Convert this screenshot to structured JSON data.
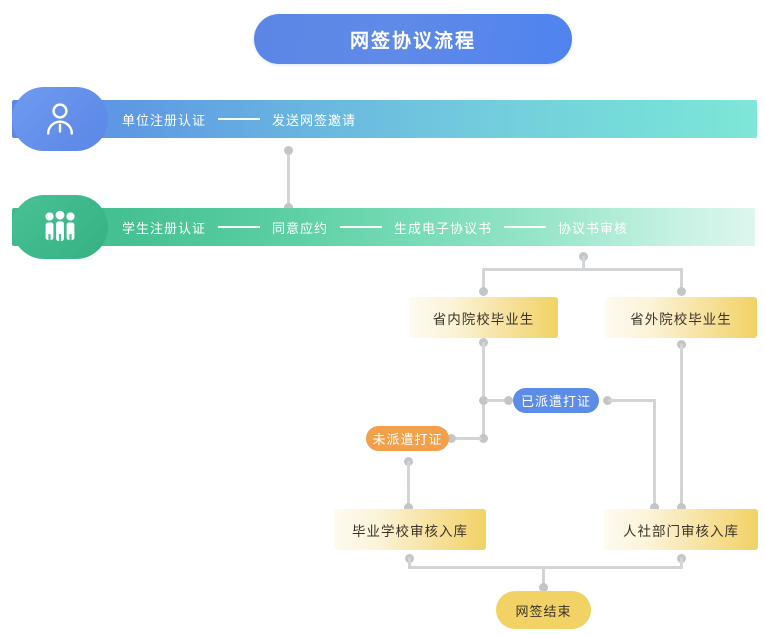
{
  "header": {
    "title": "网签协议流程"
  },
  "lanes": [
    {
      "id": "company",
      "icon": "single-person-icon",
      "steps": [
        "单位注册认证",
        "发送网签邀请"
      ],
      "color": "#5a8ae6"
    },
    {
      "id": "student",
      "icon": "group-people-icon",
      "steps": [
        "学生注册认证",
        "同意应约",
        "生成电子协议书",
        "协议书审核"
      ],
      "color": "#3fba8c"
    }
  ],
  "nodes": {
    "in_province": "省内院校毕业生",
    "out_province": "省外院校毕业生",
    "dispatched": "已派遣打证",
    "not_dispatched": "未派遣打证",
    "school_audit": "毕业学校审核入库",
    "hr_audit": "人社部门审核入库",
    "end": "网签结束"
  },
  "colors": {
    "title_pill": "#5b86e5",
    "lane_company_start": "#5a8ae6",
    "lane_company_end": "#7fe6d8",
    "lane_student_start": "#3fba8c",
    "lane_student_end": "#ddf6ee",
    "gold_box": "#f2d264",
    "pill_blue": "#5b8ce8",
    "pill_orange": "#f3a04b",
    "connector": "#d2d4d6",
    "text_dark": "#3a3228",
    "text_light": "#ffffff"
  },
  "chart_data": {
    "type": "diagram",
    "title": "网签协议流程",
    "nodes": [
      {
        "id": "company_lane",
        "label": "单位注册认证",
        "group": "company"
      },
      {
        "id": "invite",
        "label": "发送网签邀请",
        "group": "company"
      },
      {
        "id": "student_lane",
        "label": "学生注册认证",
        "group": "student"
      },
      {
        "id": "agree",
        "label": "同意应约",
        "group": "student"
      },
      {
        "id": "gen_doc",
        "label": "生成电子协议书",
        "group": "student"
      },
      {
        "id": "doc_audit",
        "label": "协议书审核",
        "group": "student"
      },
      {
        "id": "in_province",
        "label": "省内院校毕业生",
        "group": "branch"
      },
      {
        "id": "out_province",
        "label": "省外院校毕业生",
        "group": "branch"
      },
      {
        "id": "dispatched",
        "label": "已派遣打证",
        "group": "status"
      },
      {
        "id": "not_dispatched",
        "label": "未派遣打证",
        "group": "status"
      },
      {
        "id": "school_audit",
        "label": "毕业学校审核入库",
        "group": "audit"
      },
      {
        "id": "hr_audit",
        "label": "人社部门审核入库",
        "group": "audit"
      },
      {
        "id": "end",
        "label": "网签结束",
        "group": "end"
      }
    ],
    "edges": [
      {
        "from": "company_lane",
        "to": "invite"
      },
      {
        "from": "invite",
        "to": "student_lane"
      },
      {
        "from": "student_lane",
        "to": "agree"
      },
      {
        "from": "agree",
        "to": "gen_doc"
      },
      {
        "from": "gen_doc",
        "to": "doc_audit"
      },
      {
        "from": "doc_audit",
        "to": "in_province"
      },
      {
        "from": "doc_audit",
        "to": "out_province"
      },
      {
        "from": "in_province",
        "to": "dispatched"
      },
      {
        "from": "in_province",
        "to": "not_dispatched"
      },
      {
        "from": "not_dispatched",
        "to": "school_audit"
      },
      {
        "from": "dispatched",
        "to": "hr_audit"
      },
      {
        "from": "out_province",
        "to": "hr_audit"
      },
      {
        "from": "school_audit",
        "to": "end"
      },
      {
        "from": "hr_audit",
        "to": "end"
      }
    ]
  }
}
